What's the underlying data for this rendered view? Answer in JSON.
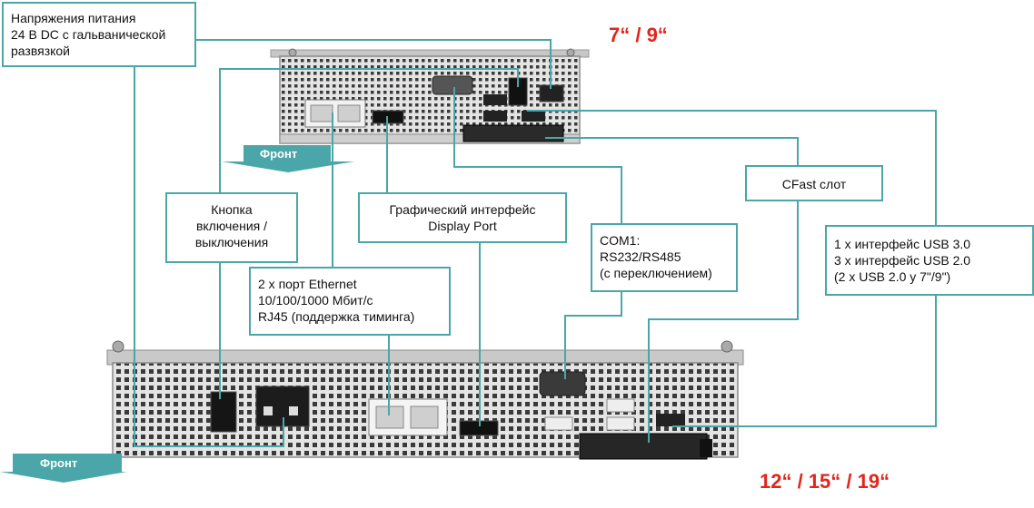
{
  "labels": {
    "power": [
      "Напряжения питания",
      "24 В DC с гальванической",
      "развязкой"
    ],
    "power_button": [
      "Кнопка",
      "включения /",
      "выключения"
    ],
    "ethernet": [
      "2 x порт Ethernet",
      "10/100/1000 Мбит/с",
      "RJ45 (поддержка тиминга)"
    ],
    "display_port": [
      "Графический интерфейс",
      "Display Port"
    ],
    "com1": [
      "COM1:",
      "RS232/RS485",
      "(с переключением)"
    ],
    "cfast": "CFast слот",
    "usb": [
      "1 x интерфейс USB 3.0",
      "3 x интерфейс USB 2.0",
      "(2 x USB 2.0 у 7\"/9\")"
    ]
  },
  "size_small": "7“ / 9“",
  "size_large": "12“ / 15“ / 19“",
  "front_label": "Фронт",
  "colors": {
    "leader_line": "#4aa6a8",
    "size_text": "#e3241b",
    "device_body": "#d9d9d9",
    "front_arrow": "#4aa6a8"
  }
}
